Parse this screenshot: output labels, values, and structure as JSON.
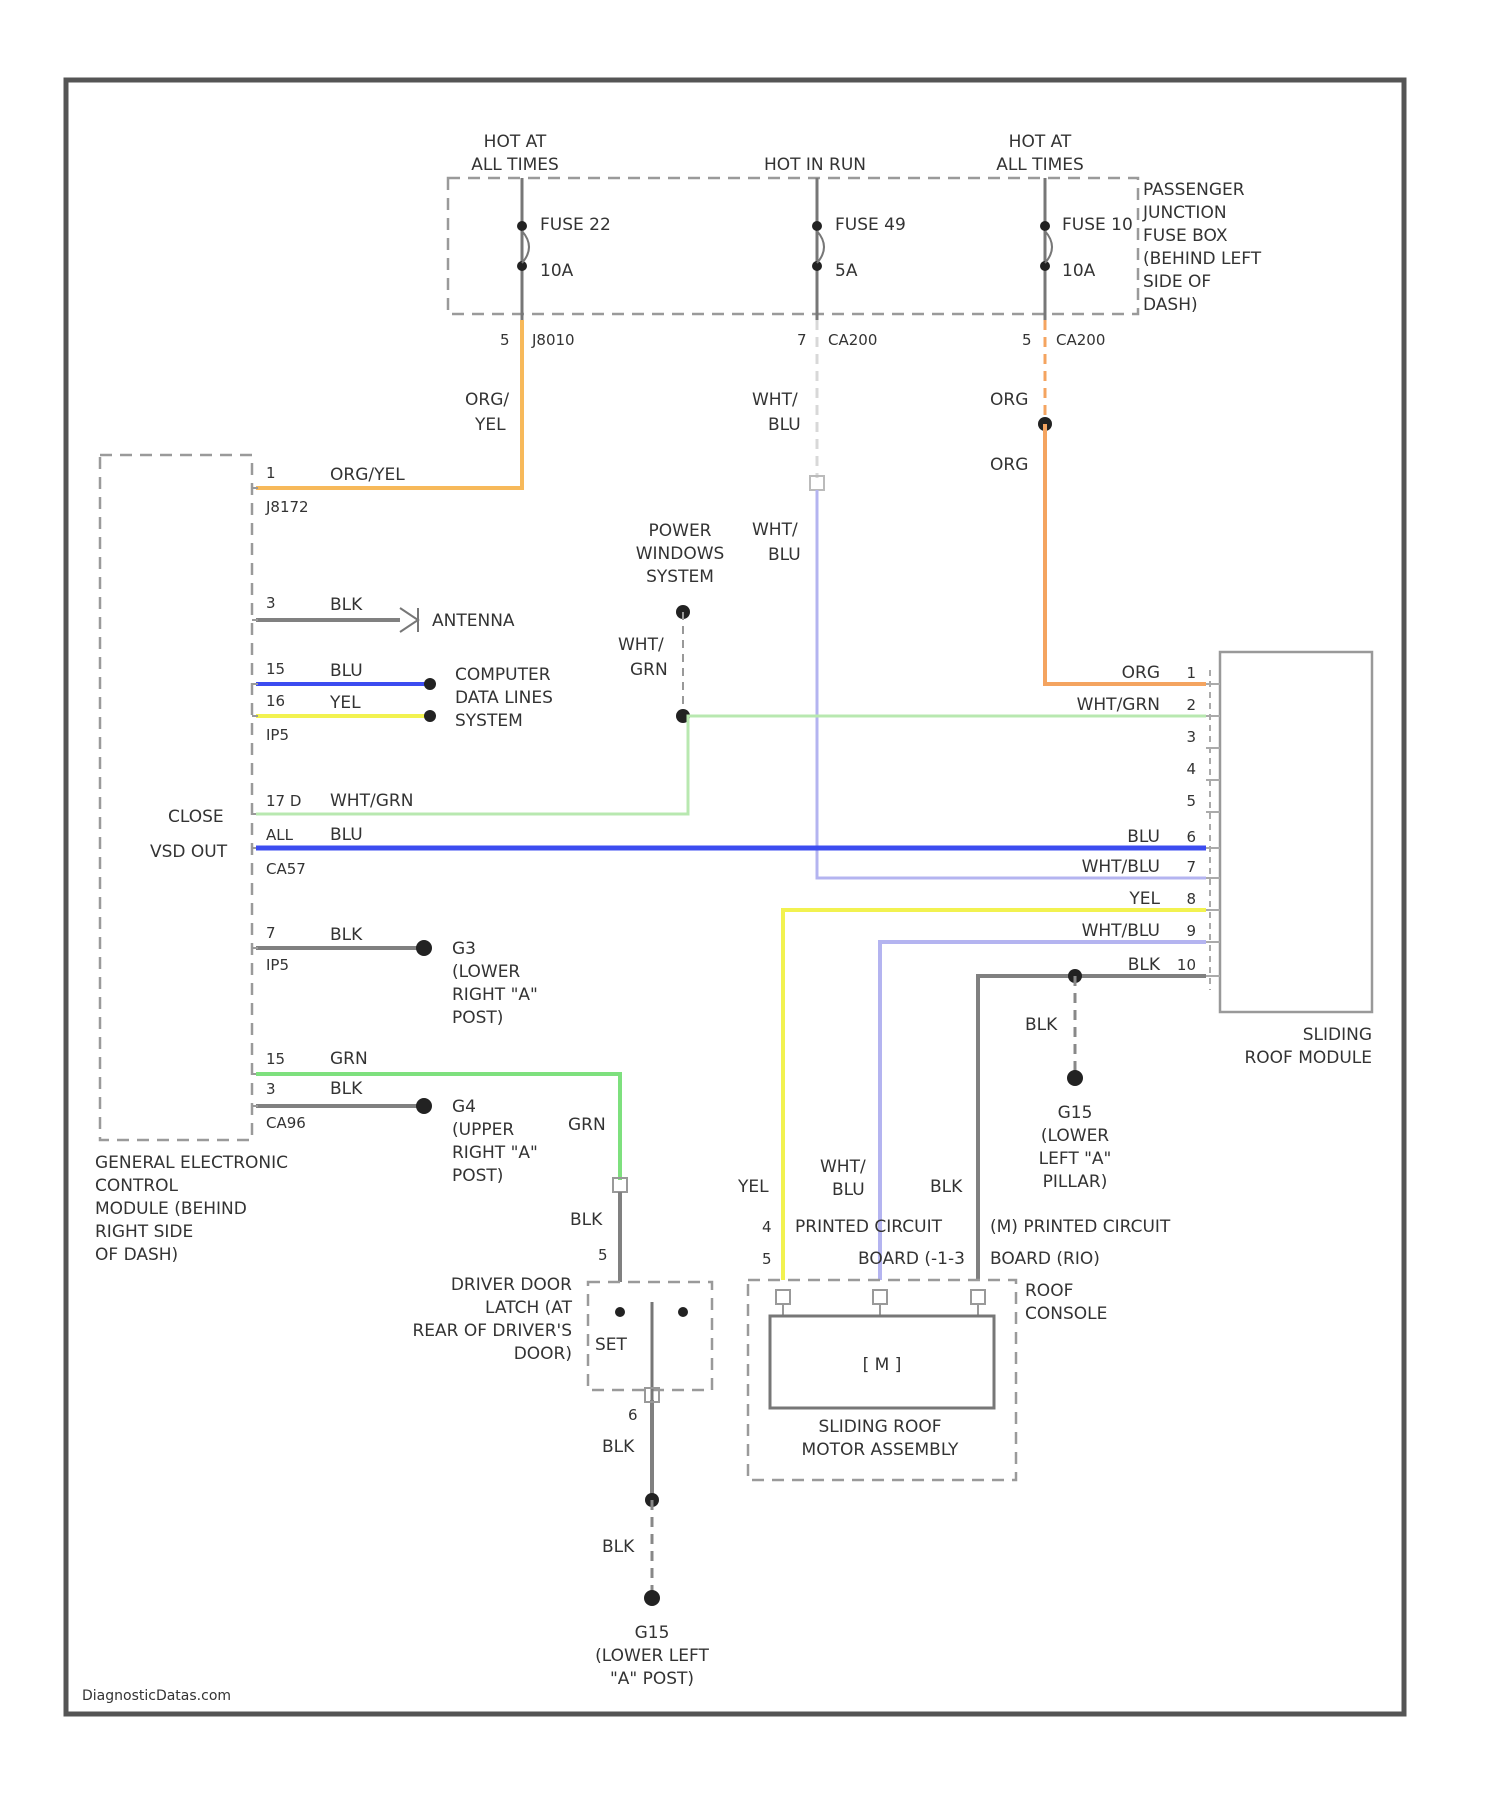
{
  "colors": {
    "ORG": "#f4a460",
    "ORG_YEL": "#f7b95a",
    "BLU": "#3c4cf0",
    "YEL": "#f2f250",
    "GRN": "#7ee07e",
    "WHT_GRN": "#b8e8b0",
    "WHT_BLU": "#b4b4f0",
    "BLK": "#7a7a7a",
    "frame": "#555555"
  },
  "fuse_box": {
    "hot_left": [
      "HOT AT",
      "ALL TIMES"
    ],
    "hot_mid": "HOT IN RUN",
    "hot_right": [
      "HOT AT",
      "ALL TIMES"
    ],
    "label": [
      "PASSENGER",
      "JUNCTION",
      "FUSE BOX",
      "(BEHIND LEFT",
      "SIDE OF",
      "DASH)"
    ],
    "fuses": [
      {
        "name": "FUSE 22",
        "rating": "10A",
        "pin": "5",
        "conn": "J8010"
      },
      {
        "name": "FUSE 49",
        "rating": "5A",
        "pin": "7",
        "conn": "CA200"
      },
      {
        "name": "FUSE 10",
        "rating": "10A",
        "pin": "5",
        "conn": "CA200"
      }
    ]
  },
  "gecm": {
    "label": [
      "GENERAL ELECTRONIC",
      "CONTROL",
      "MODULE (BEHIND",
      "RIGHT SIDE",
      "OF DASH)"
    ],
    "pins": [
      {
        "pin": "1",
        "conn": "J8172",
        "wire": "ORG/YEL"
      },
      {
        "pin": "3",
        "wire": "BLK",
        "dest": "ANTENNA"
      },
      {
        "pin": "15",
        "wire": "BLU"
      },
      {
        "pin": "16",
        "wire": "YEL",
        "conn": "IP5"
      },
      {
        "pin": "17 D",
        "wire": "WHT/GRN",
        "func": "CLOSE"
      },
      {
        "pin": "ALL",
        "wire": "BLU",
        "func": "VSD OUT",
        "conn": "CA57"
      },
      {
        "pin": "7",
        "wire": "BLK",
        "conn": "IP5"
      },
      {
        "pin": "15",
        "wire": "GRN"
      },
      {
        "pin": "3",
        "wire": "BLK",
        "conn": "CA96"
      }
    ],
    "cdl_label": [
      "COMPUTER",
      "DATA LINES",
      "SYSTEM"
    ],
    "ground_g3": [
      "G3",
      "(LOWER",
      "RIGHT \"A\"",
      "POST)"
    ],
    "ground_g4": [
      "G4",
      "(UPPER",
      "RIGHT \"A\"",
      "POST)"
    ]
  },
  "wires": {
    "org_yel_a": "ORG/",
    "org_yel_b": "YEL",
    "org_yel_h": "ORG/YEL",
    "wht_blu_a": "WHT/",
    "wht_blu_b": "BLU",
    "org": "ORG",
    "wht_grn_a": "WHT/",
    "wht_grn_b": "GRN",
    "blk": "BLK",
    "grn": "GRN",
    "yel": "YEL"
  },
  "power_windows": [
    "POWER",
    "WINDOWS",
    "SYSTEM"
  ],
  "srm": {
    "label": [
      "SLIDING",
      "ROOF MODULE"
    ],
    "pins": [
      {
        "wire": "ORG",
        "pin": "1"
      },
      {
        "wire": "WHT/GRN",
        "pin": "2"
      },
      {
        "wire": "",
        "pin": "3"
      },
      {
        "wire": "",
        "pin": "4"
      },
      {
        "wire": "",
        "pin": "5"
      },
      {
        "wire": "BLU",
        "pin": "6"
      },
      {
        "wire": "WHT/BLU",
        "pin": "7"
      },
      {
        "wire": "YEL",
        "pin": "8"
      },
      {
        "wire": "WHT/BLU",
        "pin": "9"
      },
      {
        "wire": "BLK",
        "pin": "10"
      }
    ]
  },
  "g15_right": [
    "G15",
    "(LOWER",
    "LEFT \"A\"",
    "PILLAR)"
  ],
  "door_latch": {
    "label": [
      "DRIVER DOOR",
      "LATCH (AT",
      "REAR OF DRIVER'S",
      "DOOR)"
    ],
    "set": "SET",
    "pin_top": "5",
    "pin_bottom": "6"
  },
  "g15_bottom": [
    "G15",
    "(LOWER LEFT",
    "\"A\" POST)"
  ],
  "motor": {
    "label": [
      "SLIDING ROOF",
      "MOTOR ASSEMBLY"
    ],
    "symbol": "[ M ]",
    "pcb1": "PRINTED CIRCUIT",
    "pcb1b": "BOARD (-1-3",
    "pcb2": "(M) PRINTED CIRCUIT",
    "pcb2b": "BOARD (RIO)",
    "console": [
      "ROOF",
      "CONSOLE"
    ],
    "pin_a": "4",
    "pin_b": "5"
  },
  "footer": "DiagnosticDatas.com"
}
